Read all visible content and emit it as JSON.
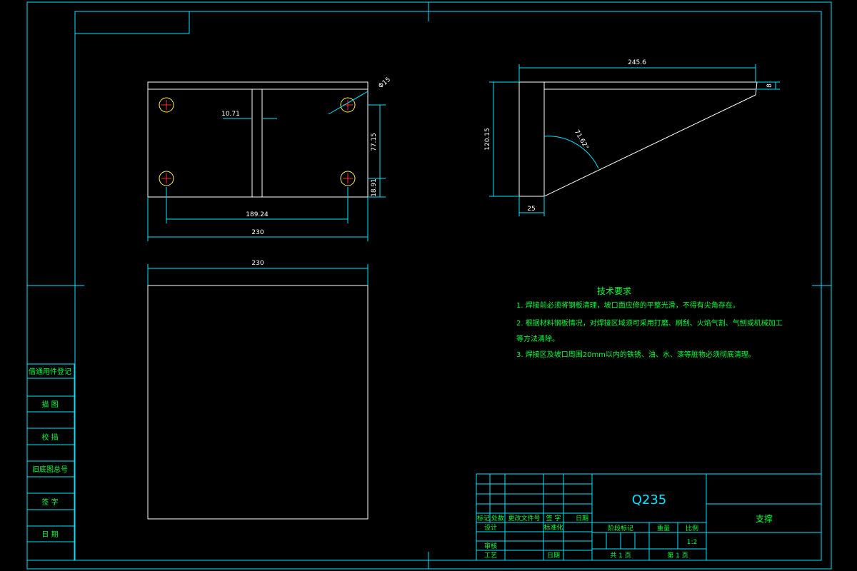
{
  "colors": {
    "background": "#000000",
    "border": "#00e5ff",
    "geometry": "#ffffff",
    "text": "#00ff3b",
    "hole_center": "#ff2a2a",
    "hole": "#ffee58"
  },
  "top_view": {
    "dims": {
      "spacing": "10.71",
      "hole_dia": "Φ15",
      "hole_pitch_v": "77.15",
      "hole_edge": "18.91",
      "hole_pitch_h": "189.24",
      "overall_width": "230"
    }
  },
  "front_view": {
    "dims": {
      "overall_width": "230"
    }
  },
  "side_view": {
    "dims": {
      "length": "245.6",
      "height": "120.15",
      "angle": "71.62°",
      "flange": "25",
      "thickness": "8"
    }
  },
  "requirements": {
    "title": "技术要求",
    "items": [
      "1. 焊接前必须将钢板清理，坡口面应修的平整光滑，不得有尖角存在。",
      "2. 根据材料钢板情况，对焊接区域须可采用打磨、刷刮、火焰气割、气刨或机械加工",
      "    等方法清除。",
      "3. 焊接区及坡口周围20mm以内的铁锈、油、水、漆等脏物必须彻底清理。"
    ]
  },
  "side_table": {
    "labels": [
      "借通用件登记",
      "描 图",
      "校 描",
      "旧底图总号",
      "签 字",
      "日 期"
    ]
  },
  "title_block": {
    "material": "Q235",
    "part_name": "支撑",
    "scale_label": "比例",
    "scale": "1:2",
    "weight_label": "重量",
    "stage_label": "阶段标记",
    "sheets_total": "共 1 页",
    "sheet_no": "第 1 页",
    "rev_headers": [
      "标记",
      "处数",
      "更改文件号",
      "签 字",
      "日期"
    ],
    "design": "设计",
    "standardize": "标准化",
    "review": "审核",
    "process": "工艺",
    "approve": "日期"
  }
}
